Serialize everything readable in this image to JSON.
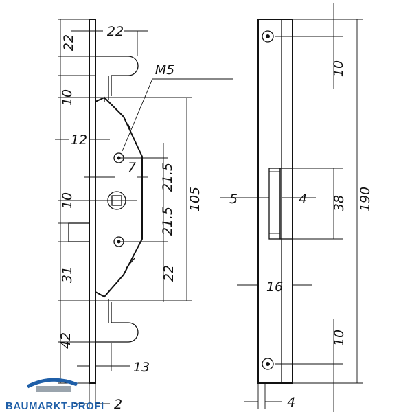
{
  "drawing": {
    "labels": {
      "d22_top": "22",
      "d22_width": "22",
      "d10_left": "10",
      "thread": "M5",
      "d12": "12",
      "d7": "7",
      "d21_5_upper": "21.5",
      "d21_5_lower": "21.5",
      "d105": "105",
      "d10_mid": "10",
      "d31": "31",
      "d22_lower": "22",
      "d42": "42",
      "d13": "13",
      "d2": "2",
      "d10_right_top": "10",
      "d5": "5",
      "d4_mid": "4",
      "d38": "38",
      "d190": "190",
      "d16": "16",
      "d10_right_bottom": "10",
      "d4_bottom": "4"
    }
  },
  "logo": {
    "text": "BAUMARKT-PROFI",
    "color": "#1f5fa8"
  }
}
